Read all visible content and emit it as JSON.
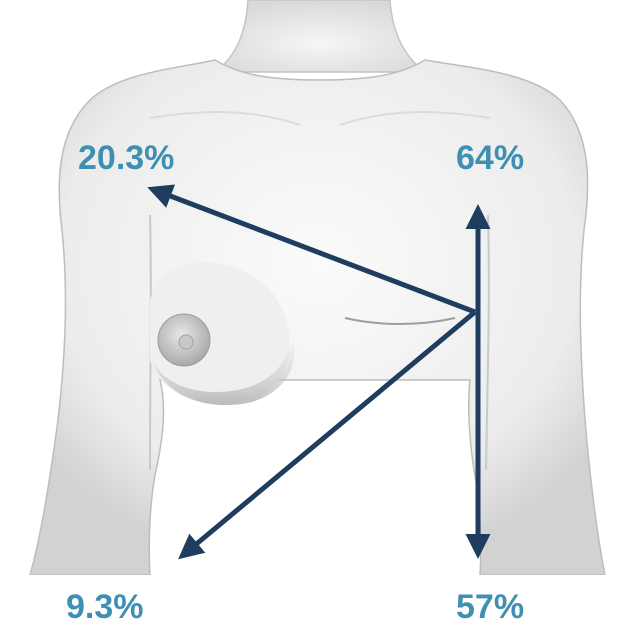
{
  "labels": {
    "upper_outer": "20.3%",
    "upper": "64%",
    "lower_outer": "9.3%",
    "lower": "57%"
  },
  "colors": {
    "arrow": "#1f3d5e",
    "label": "#3f8fb3",
    "skin": "#f2f2f2",
    "skin_shade": "#cfcfcf",
    "outline": "#b9b9b9"
  }
}
